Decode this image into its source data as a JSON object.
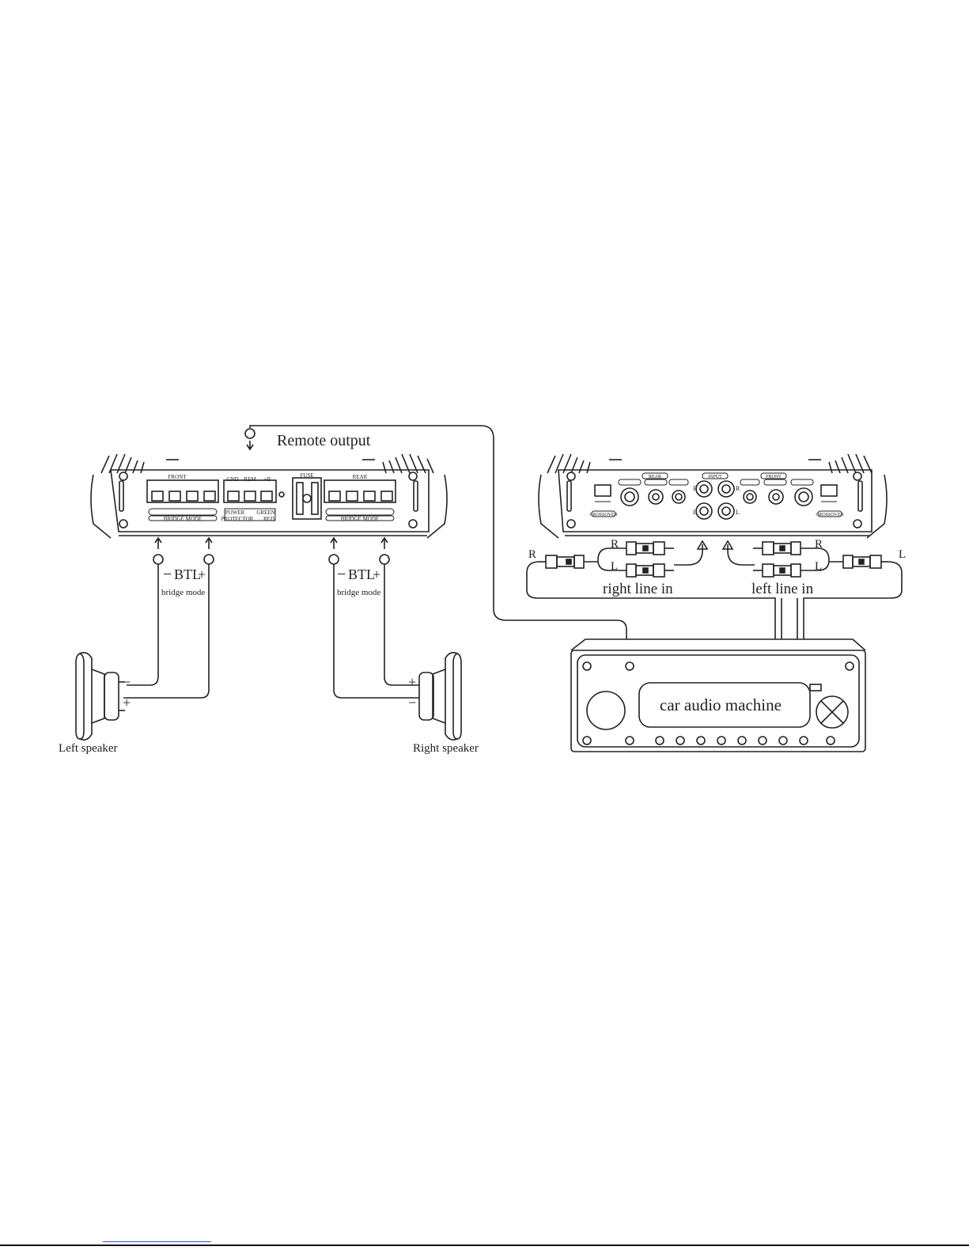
{
  "amplifier_left": {
    "remote_label": "Remote output",
    "front_label": "FRONT",
    "rear_label": "REAR",
    "fuse_label": "FUSE",
    "gnd_label": "GND",
    "rem_label": "REM",
    "b_label": "+B",
    "power_label": "POWER",
    "green_label": "GREEN",
    "protector_label": "PROTECTOR",
    "red_label": "RED",
    "bridge_mode_label": "BRIDGE MODE"
  },
  "left_channel": {
    "btl_label": "BTL",
    "minus_label": "−",
    "plus_label": "+",
    "bridge_label": "bridge mode",
    "speaker_label": "Left speaker"
  },
  "right_channel": {
    "btl_label": "BTL",
    "minus_label": "−",
    "plus_label": "+",
    "bridge_label": "bridge mode",
    "speaker_label": "Right speaker"
  },
  "amplifier_right": {
    "rear_label": "REAR",
    "input_label": "INPUT",
    "front_label": "FRONT",
    "crossover_label": "CROSSOVER",
    "r_label": "R",
    "l_label": "L"
  },
  "rca": {
    "r_label": "R",
    "l_label": "L",
    "right_line_in": "right line in",
    "left_line_in": "left line in"
  },
  "head_unit": {
    "display_text": "car audio machine"
  }
}
